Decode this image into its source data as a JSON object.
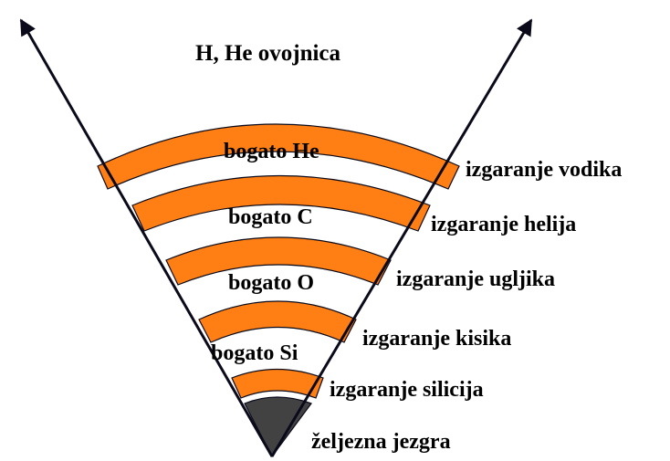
{
  "diagram": {
    "envelope_label": "H, He ovojnica",
    "zones": [
      {
        "label": "bogato He"
      },
      {
        "label": "bogato C"
      },
      {
        "label": "bogato O"
      },
      {
        "label": "bogato Si"
      }
    ],
    "shells": [
      {
        "label": "izgaranje vodika"
      },
      {
        "label": "izgaranje helija"
      },
      {
        "label": "izgaranje ugljika"
      },
      {
        "label": "izgaranje kisika"
      },
      {
        "label": "izgaranje silicija"
      }
    ],
    "core": {
      "label": "željezna jezgra"
    },
    "colors": {
      "shell": "#ff7f14",
      "core": "#424242",
      "outline": "#0a0a1a",
      "background": "#ffffff"
    }
  }
}
